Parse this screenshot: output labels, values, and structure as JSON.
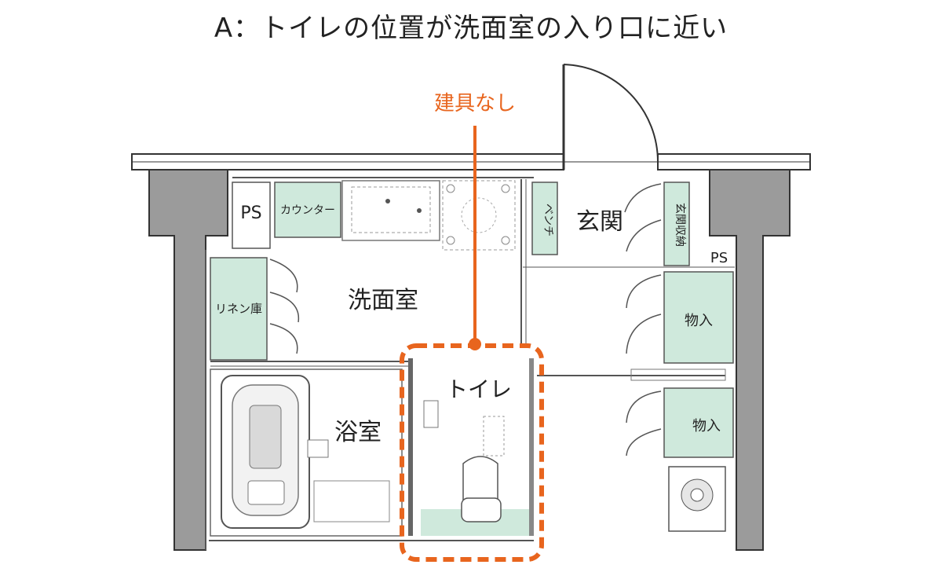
{
  "title": "A：トイレの位置が洗面室の入り口に近い",
  "annotation": {
    "label": "建具なし",
    "color": "#e8651e"
  },
  "rooms": {
    "washroom": "洗面室",
    "bathroom": "浴室",
    "toilet": "トイレ",
    "entrance": "玄関"
  },
  "fixtures": {
    "ps_left": "PS",
    "ps_right": "PS",
    "counter": "カウンター",
    "linen": "リネン庫",
    "bench": "ベンチ",
    "entrance_storage": "玄関収納",
    "storage_1": "物入",
    "storage_2": "物入"
  },
  "colors": {
    "wall": "#9b9b9b",
    "storage_fill": "#cfe9dc",
    "highlight": "#e8651e"
  }
}
